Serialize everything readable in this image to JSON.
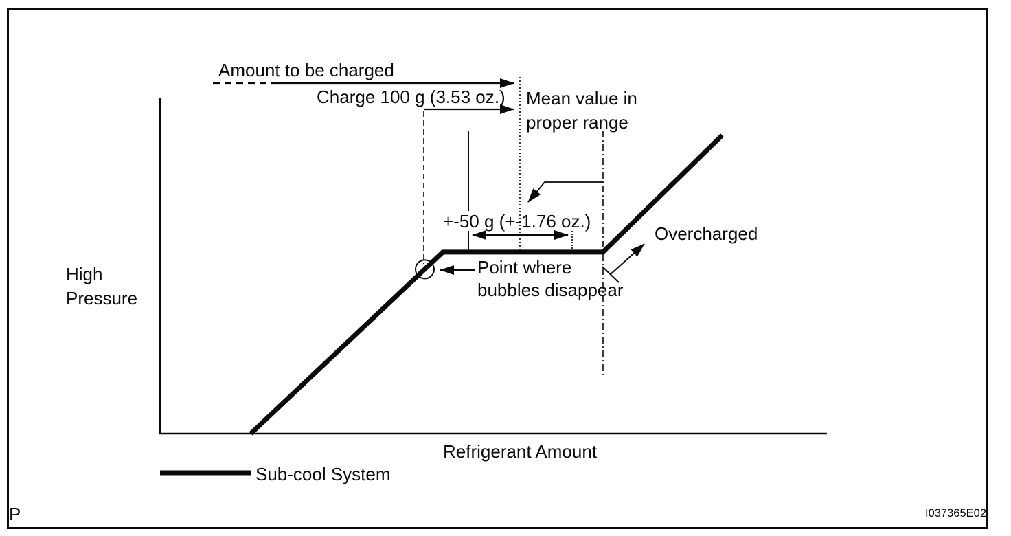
{
  "frame": {
    "page_marker": "P",
    "figure_code": "I037365E02"
  },
  "colors": {
    "ink": "#0a0a0a",
    "background": "#ffffff"
  },
  "chart_data": {
    "type": "line",
    "title": "",
    "xlabel": "Refrigerant Amount",
    "ylabel": "High Pressure",
    "ylabel_lines": [
      "High",
      "Pressure"
    ],
    "axes": {
      "grid": false,
      "numeric_ticks": false,
      "x_range_rel": [
        0,
        1
      ],
      "y_range_rel": [
        0,
        1
      ]
    },
    "legend": [
      {
        "label": "Sub-cool System",
        "style": "thick-solid-black-line",
        "position": "below-chart-left"
      }
    ],
    "series": [
      {
        "name": "Sub-cool System",
        "shape": "rise-plateau-rise",
        "points_rel": [
          [
            0.136,
            0.0
          ],
          [
            0.424,
            0.54
          ],
          [
            0.664,
            0.54
          ],
          [
            0.843,
            0.888
          ]
        ],
        "marker": {
          "type": "open-circle",
          "at_rel": [
            0.397,
            0.489
          ],
          "meaning": "Point where bubbles disappear"
        }
      }
    ],
    "annotations": [
      {
        "id": "amount",
        "text": "Amount to be charged",
        "arrow": "dashed-then-solid right arrow to mean-value line"
      },
      {
        "id": "charge",
        "text": "Charge 100 g (3.53 oz.)",
        "arrow": "right arrow from charge-start line to mean-value line"
      },
      {
        "id": "mean",
        "lines": [
          "Mean value in",
          "proper range"
        ],
        "arrow": "elbow leader pointing to dotted mean-value line"
      },
      {
        "id": "tolerance",
        "text": "+-50 g (+-1.76 oz.)",
        "arrow": "double-headed horizontal arrow across proper range"
      },
      {
        "id": "bubbles",
        "lines": [
          "Point where",
          "bubbles disappear"
        ],
        "arrow": "left arrow pointing at circled point"
      },
      {
        "id": "overcharged",
        "text": "Overcharged",
        "arrow": "up-right arrow from end of plateau"
      }
    ]
  }
}
